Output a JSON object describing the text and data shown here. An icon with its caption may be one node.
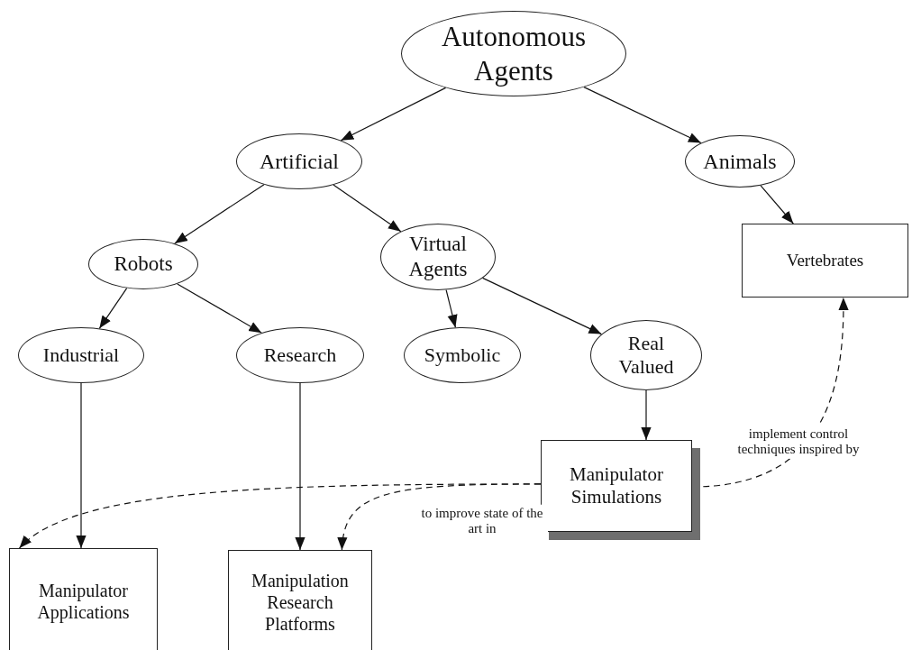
{
  "diagram": {
    "nodes": [
      {
        "text": [
          "Autonomous Agents"
        ]
      },
      {
        "text": [
          "Artificial"
        ]
      },
      {
        "text": [
          "Animals"
        ]
      },
      {
        "text": [
          "Robots"
        ]
      },
      {
        "text": [
          "Virtual Agents"
        ]
      },
      {
        "text": [
          "Vertebrates"
        ]
      },
      {
        "text": [
          "Industrial"
        ]
      },
      {
        "text": [
          "Research"
        ]
      },
      {
        "text": [
          "Symbolic"
        ]
      },
      {
        "text": [
          "Real Valued"
        ]
      },
      {
        "text": [
          "Manipulator Simulations"
        ]
      },
      {
        "text": [
          "Manipulator Applications"
        ]
      },
      {
        "text": [
          "Manipulation Research Platforms"
        ]
      }
    ],
    "edges": [
      {
        "from": 0,
        "to": 1,
        "arrow": "to"
      },
      {
        "from": 0,
        "to": 2,
        "arrow": "to"
      },
      {
        "from": 1,
        "to": 3,
        "arrow": "to"
      },
      {
        "from": 1,
        "to": 4,
        "arrow": "to"
      },
      {
        "from": 2,
        "to": 5,
        "arrow": "to"
      },
      {
        "from": 3,
        "to": 6,
        "arrow": "to"
      },
      {
        "from": 3,
        "to": 7,
        "arrow": "to"
      },
      {
        "from": 4,
        "to": 8,
        "arrow": "to"
      },
      {
        "from": 4,
        "to": 9,
        "arrow": "to"
      },
      {
        "from": 6,
        "to": 11,
        "arrow": "to"
      },
      {
        "from": 7,
        "to": 12,
        "arrow": "to"
      },
      {
        "from": 9,
        "to": 10,
        "arrow": "to"
      },
      {
        "from": 10,
        "to": 11,
        "arrow": "to",
        "style": "dashed"
      },
      {
        "from": 10,
        "to": 12,
        "arrow": "to",
        "style": "dashed",
        "label": "to improve state of the art in"
      },
      {
        "from": 10,
        "to": 5,
        "arrow": "to",
        "style": "dashed",
        "label": "implement control techniques inspired by"
      }
    ]
  }
}
